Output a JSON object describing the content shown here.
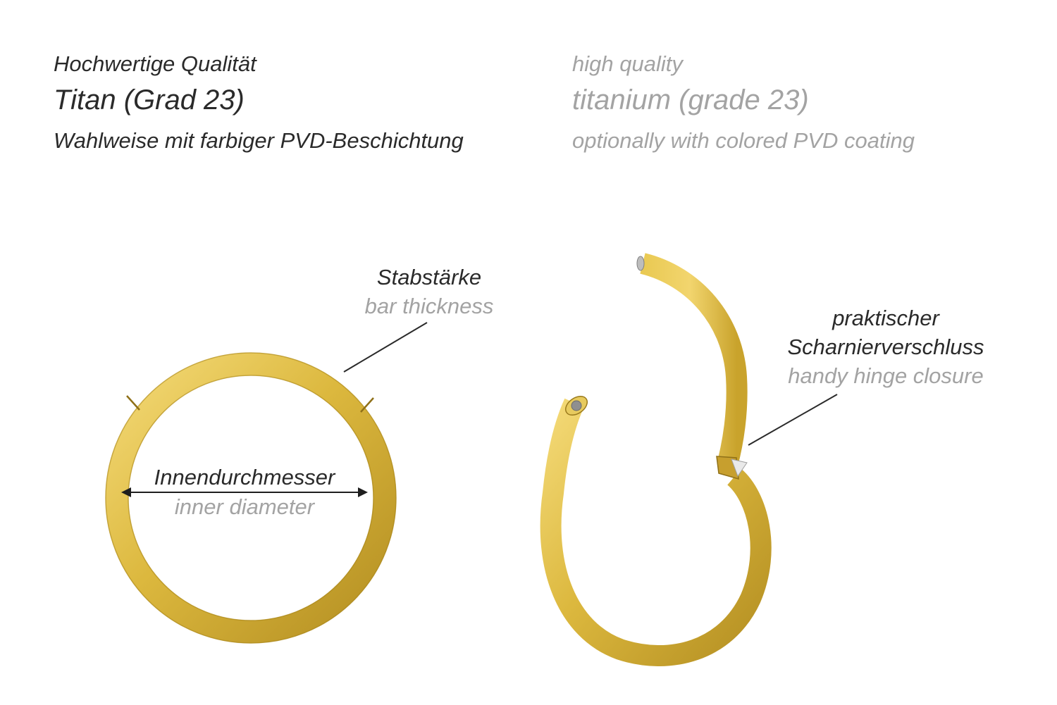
{
  "header": {
    "de": {
      "quality": "Hochwertige Qualität",
      "material": "Titan (Grad 23)",
      "coating": "Wahlweise mit farbiger PVD-Beschichtung"
    },
    "en": {
      "quality": "high quality",
      "material": "titanium (grade 23)",
      "coating": "optionally with colored PVD coating"
    }
  },
  "labels": {
    "bar_thickness": {
      "de": "Stabstärke",
      "en": "bar thickness"
    },
    "inner_diameter": {
      "de": "Innendurchmesser",
      "en": "inner diameter"
    },
    "hinge": {
      "de_line1": "praktischer",
      "de_line2": "Scharnierverschluss",
      "en": "handy hinge closure"
    }
  },
  "colors": {
    "gold_light": "#f2d36a",
    "gold_mid": "#d9b43a",
    "gold_dark": "#a8851c",
    "text_primary": "#2a2a2a",
    "text_secondary": "#a3a3a3"
  }
}
